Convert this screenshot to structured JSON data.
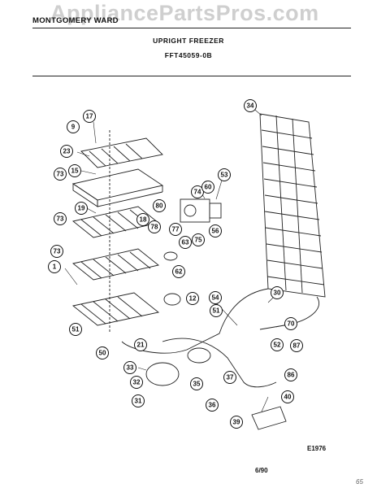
{
  "header": {
    "brand": "MONTGOMERY WARD",
    "watermark": "AppliancePartsPros.com",
    "title": "UPRIGHT FREEZER",
    "model": "FFT45059-0B"
  },
  "footer": {
    "diagram_code": "E1976",
    "date": "6/90",
    "corner_mark": "65"
  },
  "callouts": [
    "17",
    "9",
    "23",
    "15",
    "73",
    "19",
    "73",
    "1",
    "73",
    "51",
    "50",
    "21",
    "74",
    "80",
    "18",
    "78",
    "77",
    "60",
    "53",
    "63",
    "56",
    "75",
    "62",
    "12",
    "34",
    "30",
    "54",
    "51",
    "52",
    "70",
    "87",
    "86",
    "33",
    "32",
    "31",
    "35",
    "37",
    "36",
    "40",
    "39"
  ]
}
